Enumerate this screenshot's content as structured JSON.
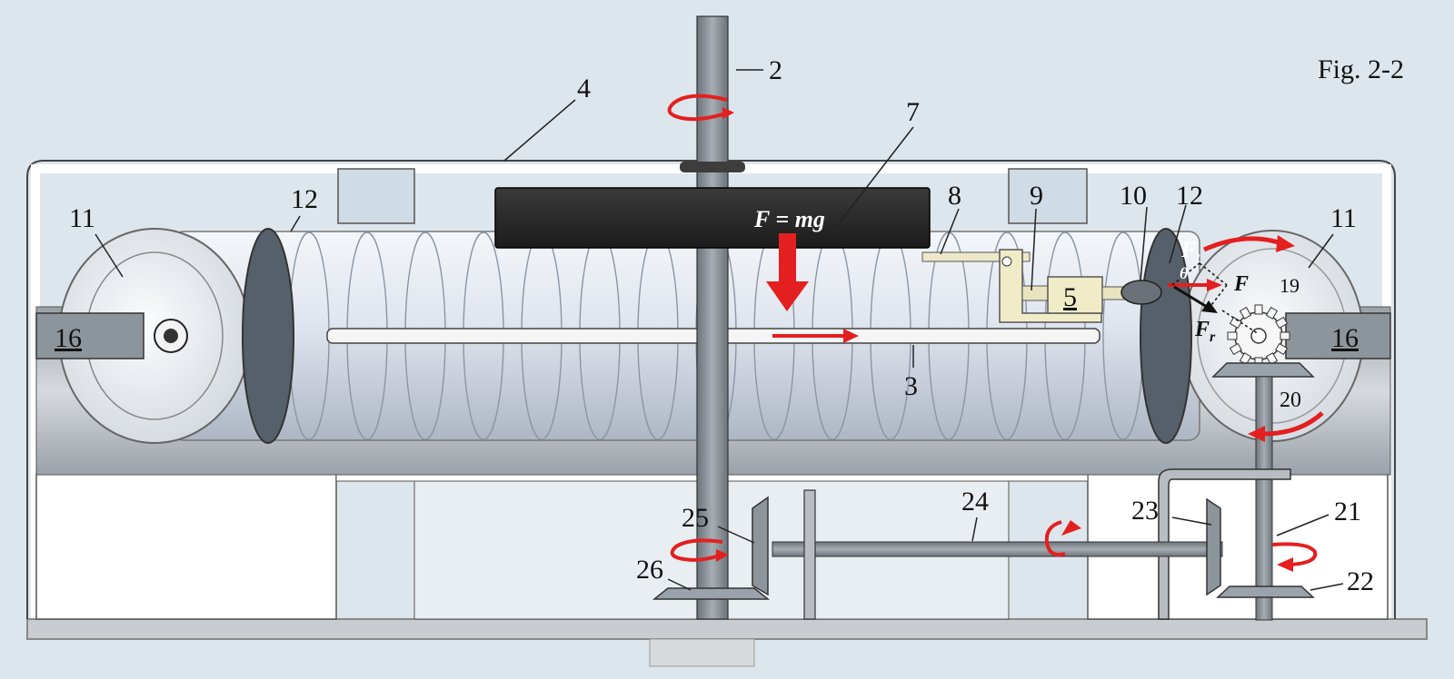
{
  "figure": {
    "caption": "Fig. 2-2"
  },
  "formula": {
    "text": "F = mg"
  },
  "forces": {
    "total": "F",
    "tangential": "F",
    "tangential_sub": "t",
    "radial": "F",
    "radial_sub": "r",
    "angle": "θ"
  },
  "labels": {
    "l2": "2",
    "l3": "3",
    "l4": "4",
    "l5": "5",
    "l7": "7",
    "l8": "8",
    "l9": "9",
    "l10": "10",
    "l11_left": "11",
    "l11_right": "11",
    "l12_left": "12",
    "l12_right": "12",
    "l16_left": "16",
    "l16_right": "16",
    "l19": "19",
    "l20": "20",
    "l21": "21",
    "l22": "22",
    "l23": "23",
    "l24": "24",
    "l25": "25",
    "l26": "26"
  },
  "colors": {
    "arrow": "#e41f1f",
    "background": "#dde6ec",
    "weight": "#2b2b2b",
    "shaft": "#8a9299",
    "frame": "#ffffff",
    "slider": "#f1ecc8"
  },
  "icons": {
    "rotation": "curved-rotation-arrow",
    "direction": "straight-arrow"
  }
}
